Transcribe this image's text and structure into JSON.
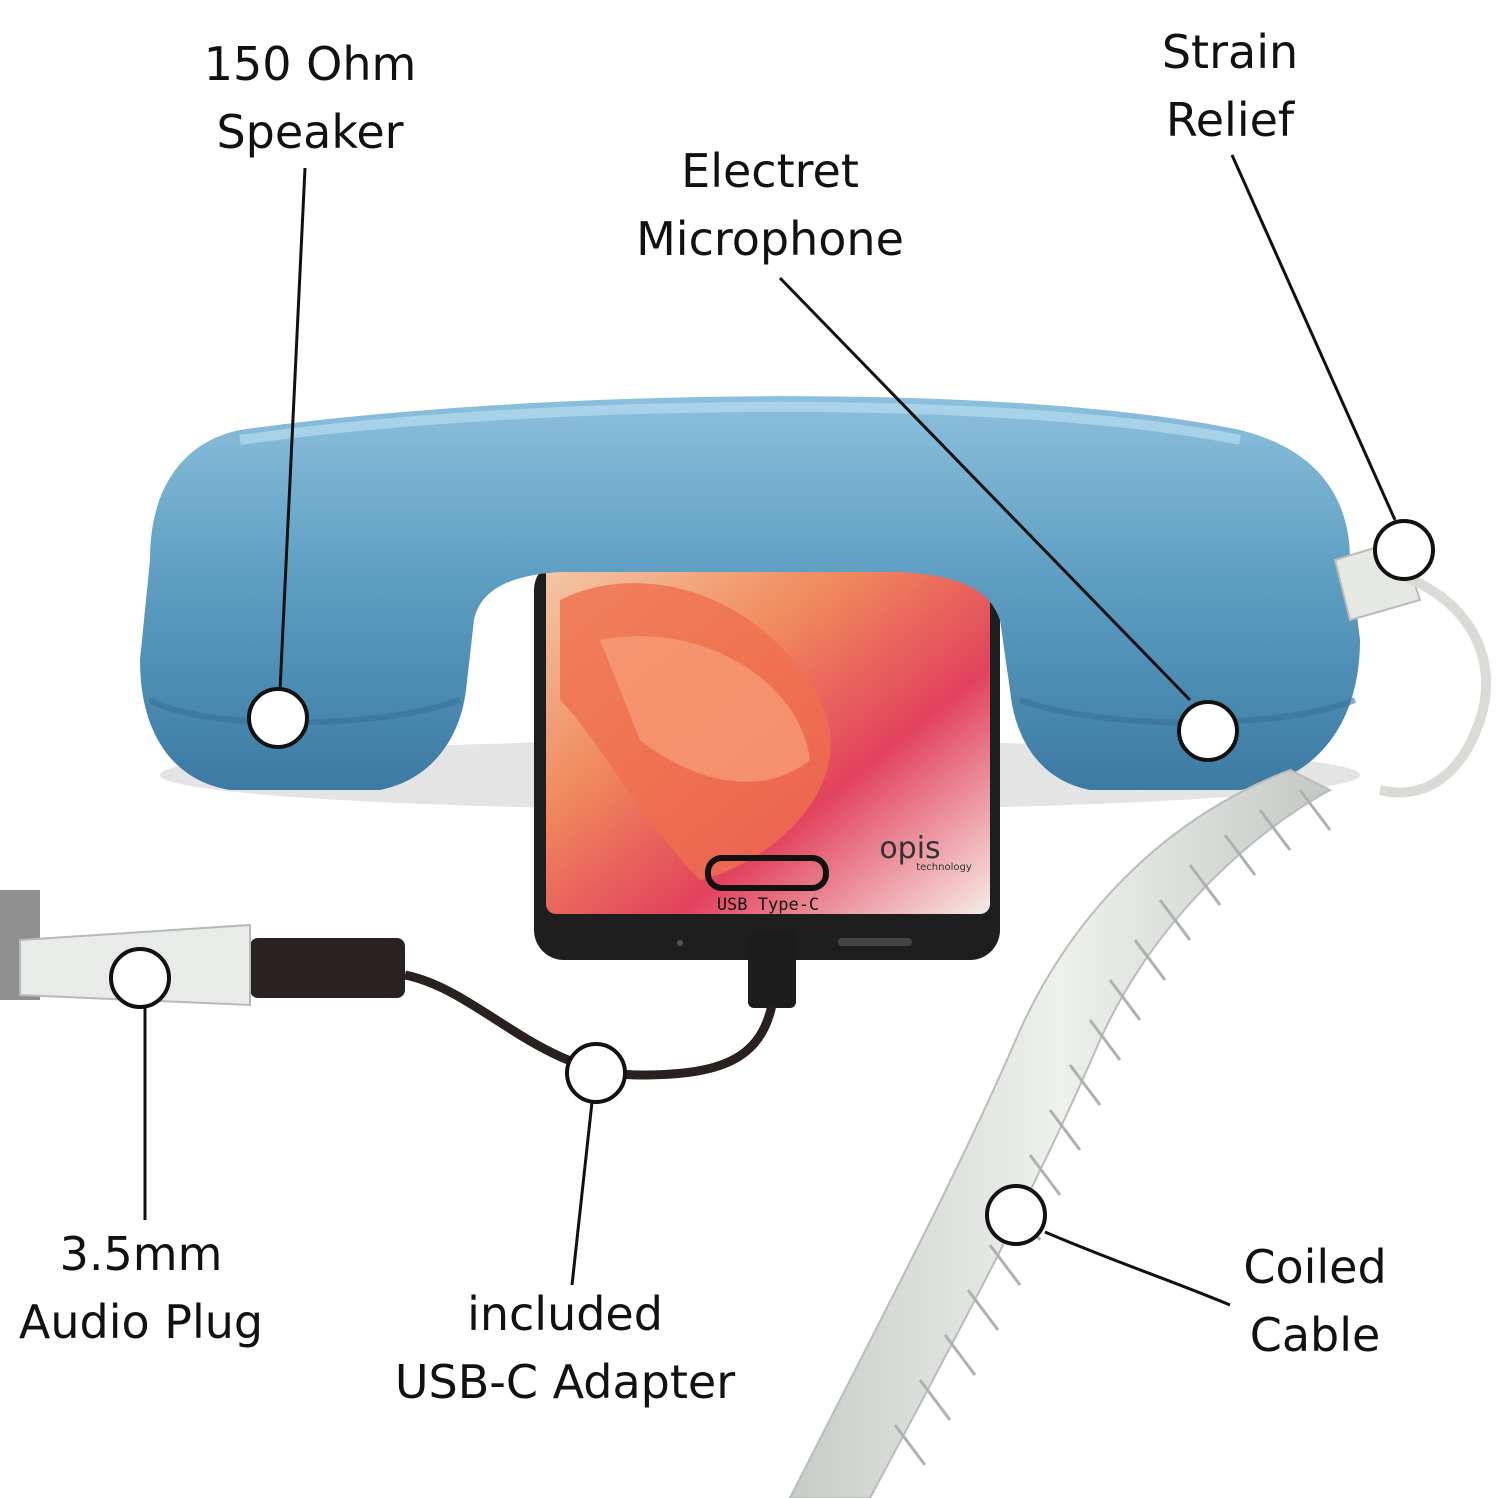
{
  "callouts": {
    "speaker": {
      "line1": "150 Ohm",
      "line2": "Speaker"
    },
    "microphone": {
      "line1": "Electret",
      "line2": "Microphone"
    },
    "strain_relief": {
      "line1": "Strain",
      "line2": "Relief"
    },
    "audio_plug": {
      "line1": "3.5mm",
      "line2": "Audio Plug"
    },
    "adapter": {
      "line1": "included",
      "line2": "USB-C Adapter"
    },
    "cable": {
      "line1": "Coiled",
      "line2": "Cable"
    }
  },
  "phone_screen": {
    "port_label": "USB Type-C",
    "brand": "opis",
    "brand_sub": "technology"
  },
  "colors": {
    "handset": "#5f9fc3",
    "handset_shadow": "#3f7fa8",
    "cord": "#d9dcd8",
    "phone_body": "#1e1e1e"
  }
}
